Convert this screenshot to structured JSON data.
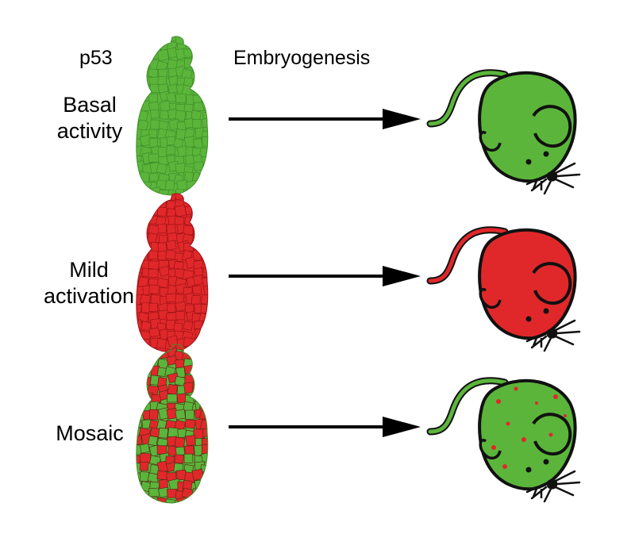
{
  "header": {
    "left_label": "p53",
    "center_label": "Embryogenesis"
  },
  "rows": [
    {
      "label_line1": "Basal",
      "label_line2": "activity",
      "embryo_pattern": "green",
      "mouse_pattern": "green"
    },
    {
      "label_line1": "Mild",
      "label_line2": "activation",
      "embryo_pattern": "red",
      "mouse_pattern": "red"
    },
    {
      "label_line1": "Mosaic",
      "label_line2": "",
      "embryo_pattern": "mosaic",
      "mouse_pattern": "green-with-red-spots"
    }
  ],
  "colors": {
    "green": "#5bb53a",
    "green_dark": "#3e8e2a",
    "red": "#e0282a",
    "red_dark": "#9c1215",
    "outline": "#111111",
    "arrow": "#000000"
  },
  "icons": [
    "embryo-icon",
    "mouse-icon",
    "arrow-icon"
  ]
}
